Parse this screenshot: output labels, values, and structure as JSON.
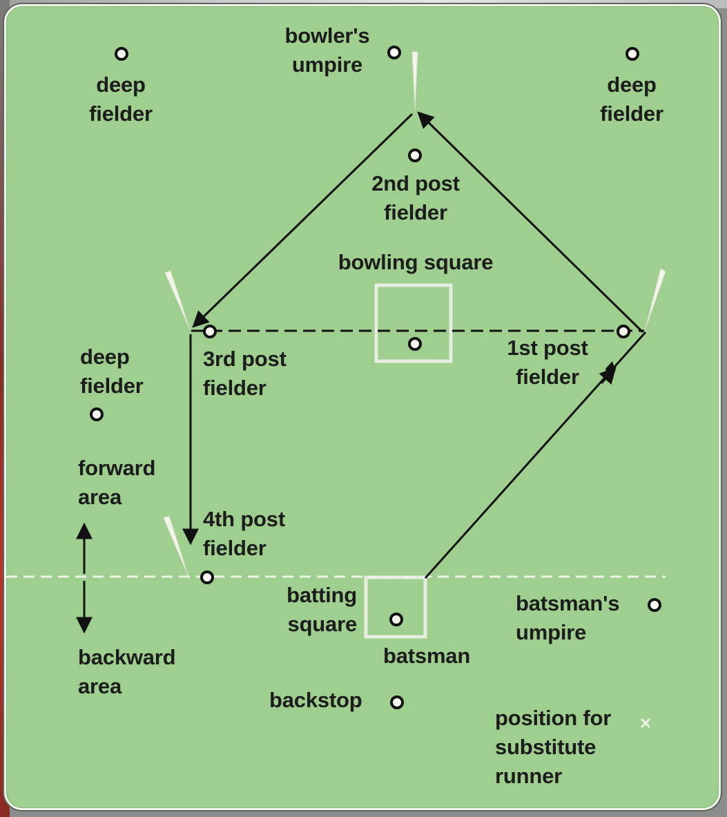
{
  "labels": {
    "deep_fielder_tl": "deep\nfielder",
    "bowlers_umpire": "bowler's\numpire",
    "deep_fielder_tr": "deep\nfielder",
    "second_post": "2nd post\nfielder",
    "bowling_square": "bowling square",
    "third_post": "3rd post\nfielder",
    "first_post": "1st post\nfielder",
    "deep_fielder_left": "deep\nfielder",
    "forward_area": "forward\narea",
    "fourth_post": "4th post\nfielder",
    "batting_square": "batting\nsquare",
    "batsmans_umpire": "batsman's\numpire",
    "batsman": "batsman",
    "backward_area": "backward\narea",
    "backstop": "backstop",
    "substitute_runner": "position for\nsubstitute\nrunner"
  },
  "colors": {
    "field": "#9ecf8e",
    "line": "#111111",
    "square": "#e6ede0",
    "post": "#f3f5e8"
  }
}
